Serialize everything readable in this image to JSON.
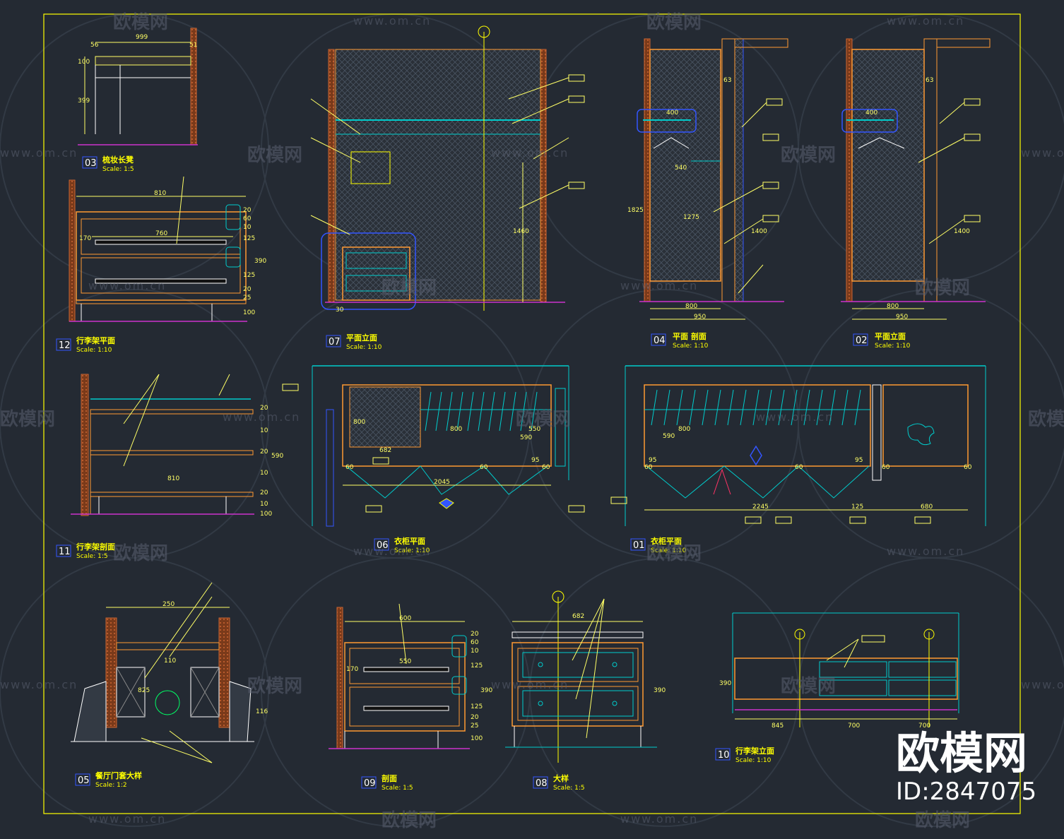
{
  "colors": {
    "background": "#242a33",
    "frame": "#ffff00",
    "wall": "#cc6633",
    "cabinet": "#ff9933",
    "line": "#ffff66",
    "accent": "#00cccc",
    "blue": "#3355ff",
    "floor": "#cc33cc",
    "hatch": "#556677"
  },
  "watermark": {
    "brand": "欧模网",
    "url": "www.om.cn",
    "main": "欧模网",
    "id": "ID:2847075"
  },
  "drawings": {
    "d03": {
      "num": "03",
      "title": "梳妆长凳",
      "scale": "Scale: 1:5",
      "dims": [
        "999",
        "56",
        "51",
        "100",
        "399"
      ]
    },
    "d12": {
      "num": "12",
      "title": "行李架平面",
      "scale": "Scale: 1:10",
      "dims": [
        "810",
        "760",
        "170",
        "20",
        "60",
        "10",
        "125",
        "390",
        "125",
        "20",
        "25",
        "100"
      ]
    },
    "d07": {
      "num": "07",
      "title": "平面立面",
      "scale": "Scale: 1:10",
      "dims": [
        "1460",
        "30"
      ]
    },
    "d04": {
      "num": "04",
      "title": "平面 剖面",
      "scale": "Scale: 1:10",
      "dims": [
        "400",
        "540",
        "1825",
        "1275",
        "1400",
        "63",
        "800",
        "950"
      ]
    },
    "d02": {
      "num": "02",
      "title": "平面立面",
      "scale": "Scale: 1:10",
      "dims": [
        "400",
        "1400",
        "63",
        "800",
        "950"
      ]
    },
    "d11": {
      "num": "11",
      "title": "行李架剖面",
      "scale": "Scale: 1:5",
      "dims": [
        "810",
        "20",
        "10",
        "20",
        "10",
        "20",
        "10",
        "100",
        "590"
      ]
    },
    "d06": {
      "num": "06",
      "title": "衣柜平面",
      "scale": "Scale: 1:10",
      "dims": [
        "800",
        "800",
        "682",
        "590",
        "550",
        "60",
        "60",
        "60",
        "2045",
        "95"
      ]
    },
    "d01": {
      "num": "01",
      "title": "衣柜平面",
      "scale": "Scale: 1:10",
      "dims": [
        "590",
        "800",
        "95",
        "95",
        "60",
        "60",
        "60",
        "60",
        "2245",
        "125",
        "680"
      ]
    },
    "d05": {
      "num": "05",
      "title": "餐厅门套大样",
      "scale": "Scale: 1:2",
      "dims": [
        "250",
        "110",
        "825",
        "116"
      ]
    },
    "d09": {
      "num": "09",
      "title": "剖面",
      "scale": "Scale: 1:5",
      "dims": [
        "600",
        "550",
        "170",
        "20",
        "60",
        "10",
        "125",
        "390",
        "125",
        "20",
        "25",
        "100"
      ]
    },
    "d08": {
      "num": "08",
      "title": "大样",
      "scale": "Scale: 1:5",
      "dims": [
        "682",
        "390"
      ]
    },
    "d10": {
      "num": "10",
      "title": "行李架立面",
      "scale": "Scale: 1:10",
      "dims": [
        "390",
        "845",
        "700",
        "700"
      ]
    }
  }
}
